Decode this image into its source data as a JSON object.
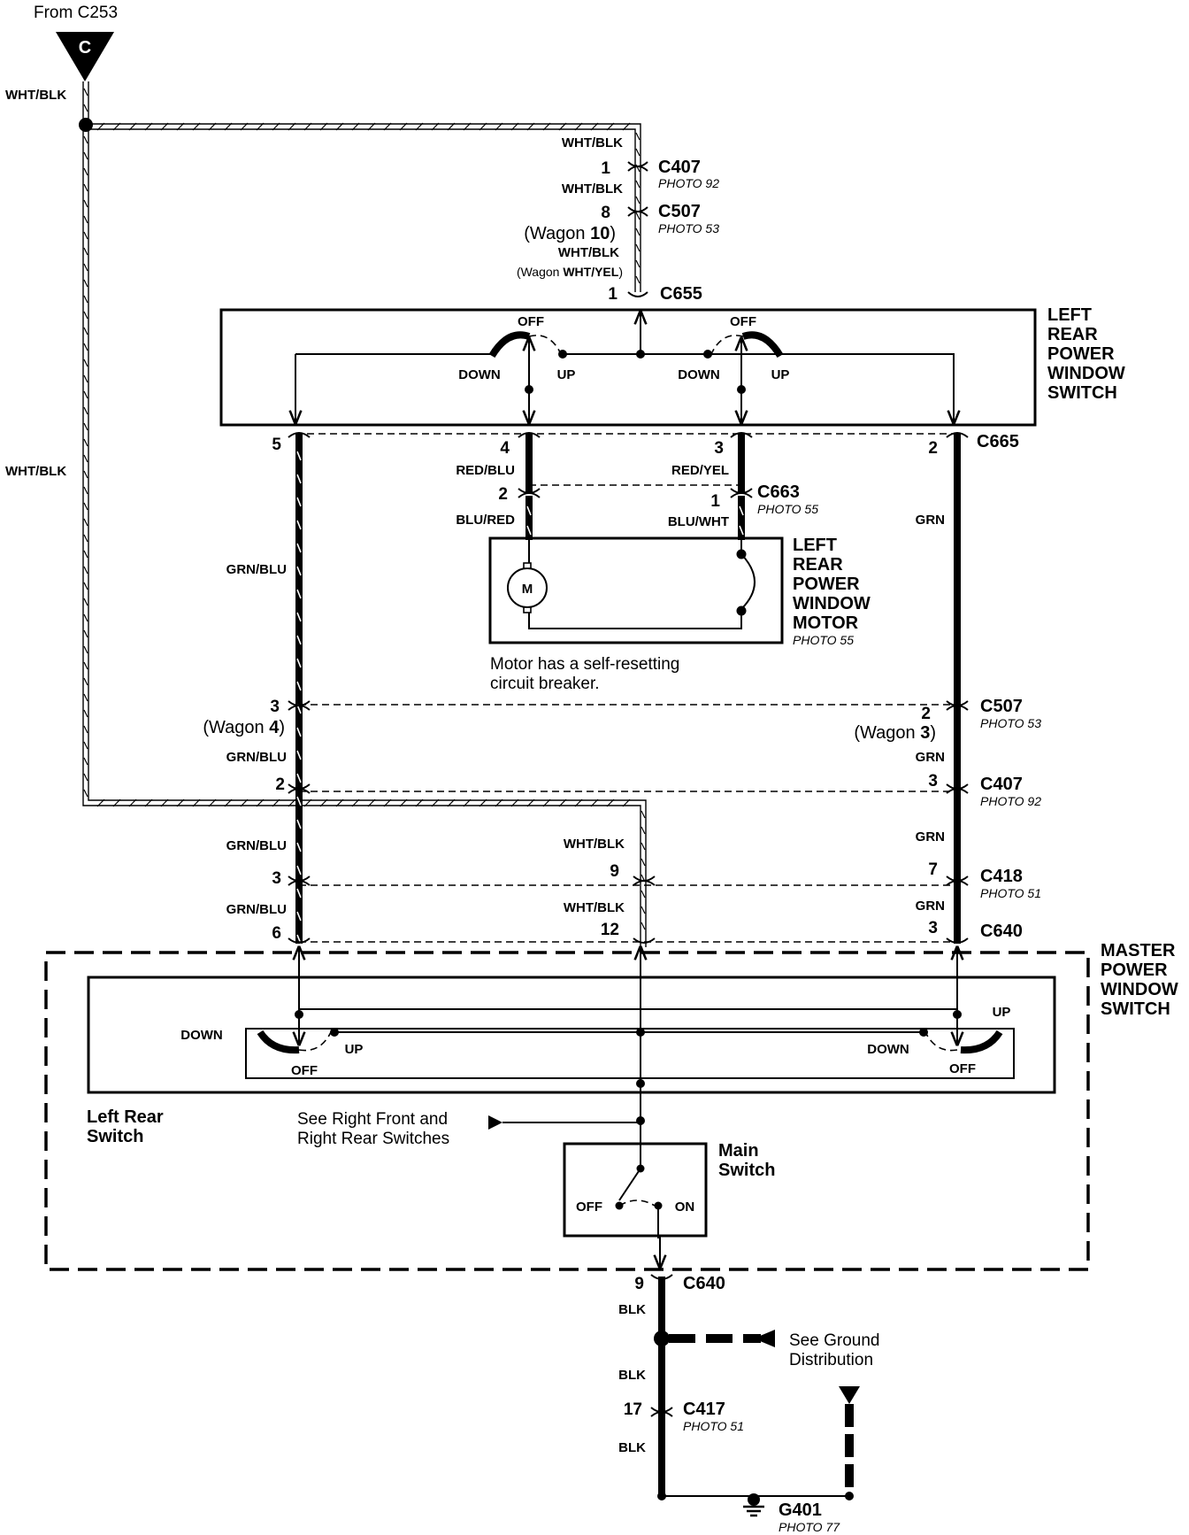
{
  "source": {
    "from_label": "From C253",
    "letter": "C"
  },
  "wires": {
    "wht_blk": "WHT/BLK",
    "wagon_wht_yel_prefix": "(Wagon ",
    "wagon_wht_yel_color": "WHT/YEL",
    "wagon_wht_yel_suffix": ")",
    "grn_blu": "GRN/BLU",
    "red_blu": "RED/BLU",
    "red_yel": "RED/YEL",
    "blu_red": "BLU/RED",
    "blu_wht": "BLU/WHT",
    "grn": "GRN",
    "blk": "BLK"
  },
  "connectors": {
    "c407": {
      "name": "C407",
      "photo": "PHOTO 92",
      "pin_top": "1",
      "pin_grn_blu": "2",
      "pin_grn": "3"
    },
    "c507": {
      "name": "C507",
      "photo": "PHOTO 53",
      "pin_top": "8",
      "wagon_top_prefix": "(Wagon ",
      "wagon_top_num": "10",
      "wagon_suffix": ")",
      "pin_left": "3",
      "wagon_left_num": "4",
      "pin_right": "2",
      "wagon_right_num": "3"
    },
    "c655": {
      "name": "C655",
      "pin": "1"
    },
    "c665": {
      "name": "C665",
      "pin_5": "5",
      "pin_4": "4",
      "pin_3": "3",
      "pin_2": "2"
    },
    "c663": {
      "name": "C663",
      "photo": "PHOTO 55",
      "pin_2": "2",
      "pin_1": "1"
    },
    "c418": {
      "name": "C418",
      "photo": "PHOTO 51",
      "pin_3": "3",
      "pin_9": "9",
      "pin_7": "7"
    },
    "c640": {
      "name": "C640",
      "pin_6": "6",
      "pin_12": "12",
      "pin_3": "3",
      "pin_9": "9"
    },
    "c417": {
      "name": "C417",
      "photo": "PHOTO 51",
      "pin": "17"
    },
    "g401": {
      "name": "G401",
      "photo": "PHOTO 77"
    }
  },
  "left_rear_switch": {
    "title_lines": [
      "LEFT",
      "REAR",
      "POWER",
      "WINDOW",
      "SWITCH"
    ],
    "off": "OFF",
    "down": "DOWN",
    "up": "UP"
  },
  "motor": {
    "title_lines": [
      "LEFT",
      "REAR",
      "POWER",
      "WINDOW",
      "MOTOR"
    ],
    "photo": "PHOTO 55",
    "symbol": "M",
    "note_lines": [
      "Motor has a self-resetting",
      "circuit breaker."
    ]
  },
  "master": {
    "title_lines": [
      "MASTER",
      "POWER",
      "WINDOW",
      "SWITCH"
    ],
    "left_rear_label_lines": [
      "Left Rear",
      "Switch"
    ],
    "see_lines": [
      "See Right Front and",
      "Right Rear Switches"
    ],
    "main_switch_lines": [
      "Main",
      "Switch"
    ],
    "off": "OFF",
    "on": "ON",
    "down": "DOWN",
    "up": "UP"
  },
  "ground": {
    "see_lines": [
      "See Ground",
      "Distribution"
    ]
  }
}
